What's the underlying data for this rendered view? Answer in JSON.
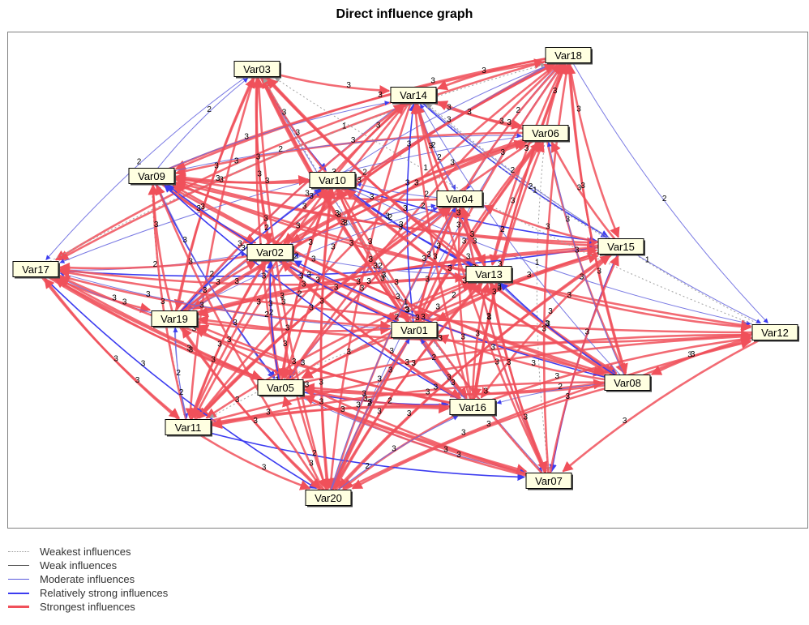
{
  "title": "Direct influence graph",
  "nodes": [
    "Var03",
    "Var18",
    "Var14",
    "Var06",
    "Var09",
    "Var10",
    "Var04",
    "Var17",
    "Var02",
    "Var15",
    "Var13",
    "Var19",
    "Var01",
    "Var12",
    "Var05",
    "Var08",
    "Var16",
    "Var11",
    "Var07",
    "Var20"
  ],
  "legend": [
    {
      "label": "Weakest influences",
      "style": "dotted",
      "color": "#a0a0a0"
    },
    {
      "label": "Weak influences",
      "style": "thin",
      "color": "#505050"
    },
    {
      "label": "Moderate influences",
      "style": "moderate",
      "color": "#5a5adc"
    },
    {
      "label": "Relatively strong influences",
      "style": "strong",
      "color": "#3c3cf0"
    },
    {
      "label": "Strongest influences",
      "style": "strongest",
      "color": "#f0505a"
    }
  ],
  "colors": {
    "strongest": "#f0505a",
    "strong": "#3c3cf0",
    "moderate": "#6a6ae0",
    "weakest": "#a0a0a0",
    "node_fill": "#ffffe1"
  }
}
